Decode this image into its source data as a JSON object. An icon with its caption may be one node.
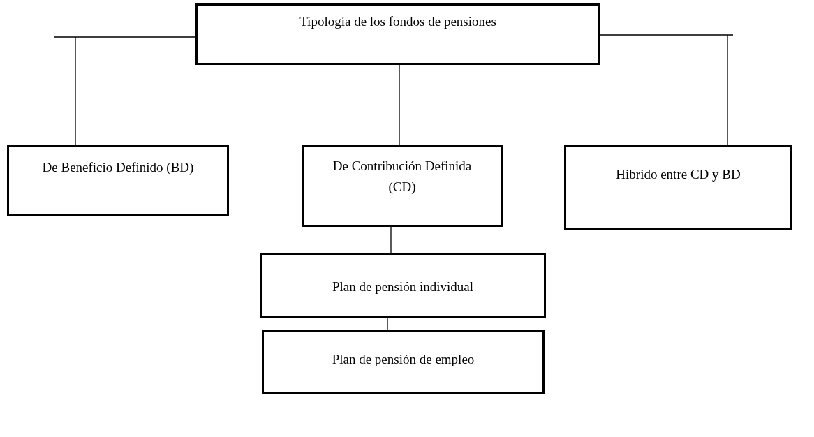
{
  "diagram": {
    "nodes": [
      {
        "text": [
          "Tipología de los fondos de pensiones"
        ]
      },
      {
        "text": [
          "De Beneficio Definido (BD)"
        ]
      },
      {
        "text": [
          "De Contribución Definida (CD)"
        ]
      },
      {
        "text": [
          "Hibrido entre CD y BD"
        ]
      },
      {
        "text": [
          "Plan de pensión individual"
        ]
      },
      {
        "text": [
          "Plan de pensión de empleo"
        ]
      }
    ],
    "edges": [
      {
        "from": 0,
        "to": 1,
        "arrow": "none"
      },
      {
        "from": 0,
        "to": 2,
        "arrow": "none"
      },
      {
        "from": 0,
        "to": 3,
        "arrow": "none"
      },
      {
        "from": 2,
        "to": 4,
        "arrow": "none"
      },
      {
        "from": 4,
        "to": 5,
        "arrow": "none"
      }
    ]
  }
}
